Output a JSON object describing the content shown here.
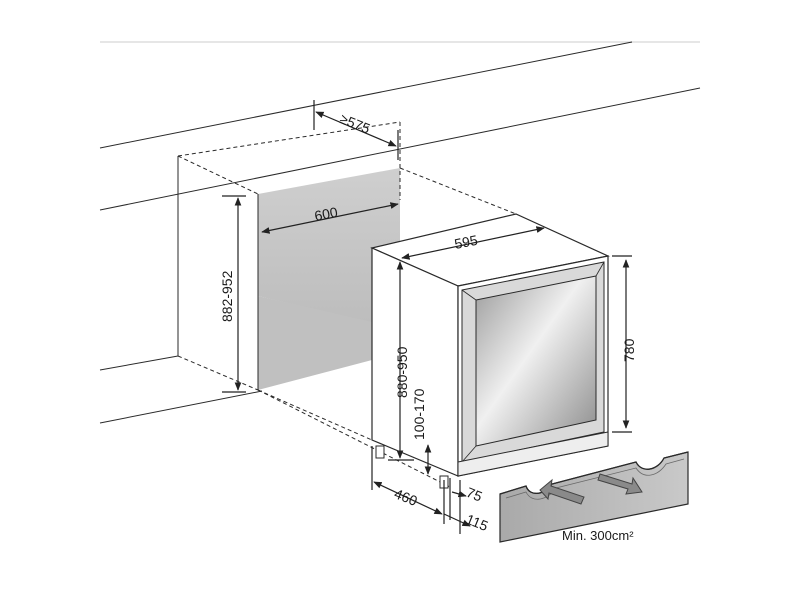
{
  "dimensions": {
    "niche_depth_min": "≥575",
    "niche_width": "600",
    "niche_height": "882-952",
    "appliance_width": "595",
    "appliance_height": "880-950",
    "door_height": "780",
    "plinth_height": "100-170",
    "base_depth": "460",
    "plinth_offset": "75",
    "plinth_setback": "115"
  },
  "ventilation": {
    "label": "Min. 300cm²"
  },
  "colors": {
    "line": "#2a2a2a",
    "niche_fill": "#c4c4c4",
    "plinth_fill": "#b8b8b8",
    "glass_light": "#f2f2f2",
    "glass_dark": "#8f8f8f"
  }
}
